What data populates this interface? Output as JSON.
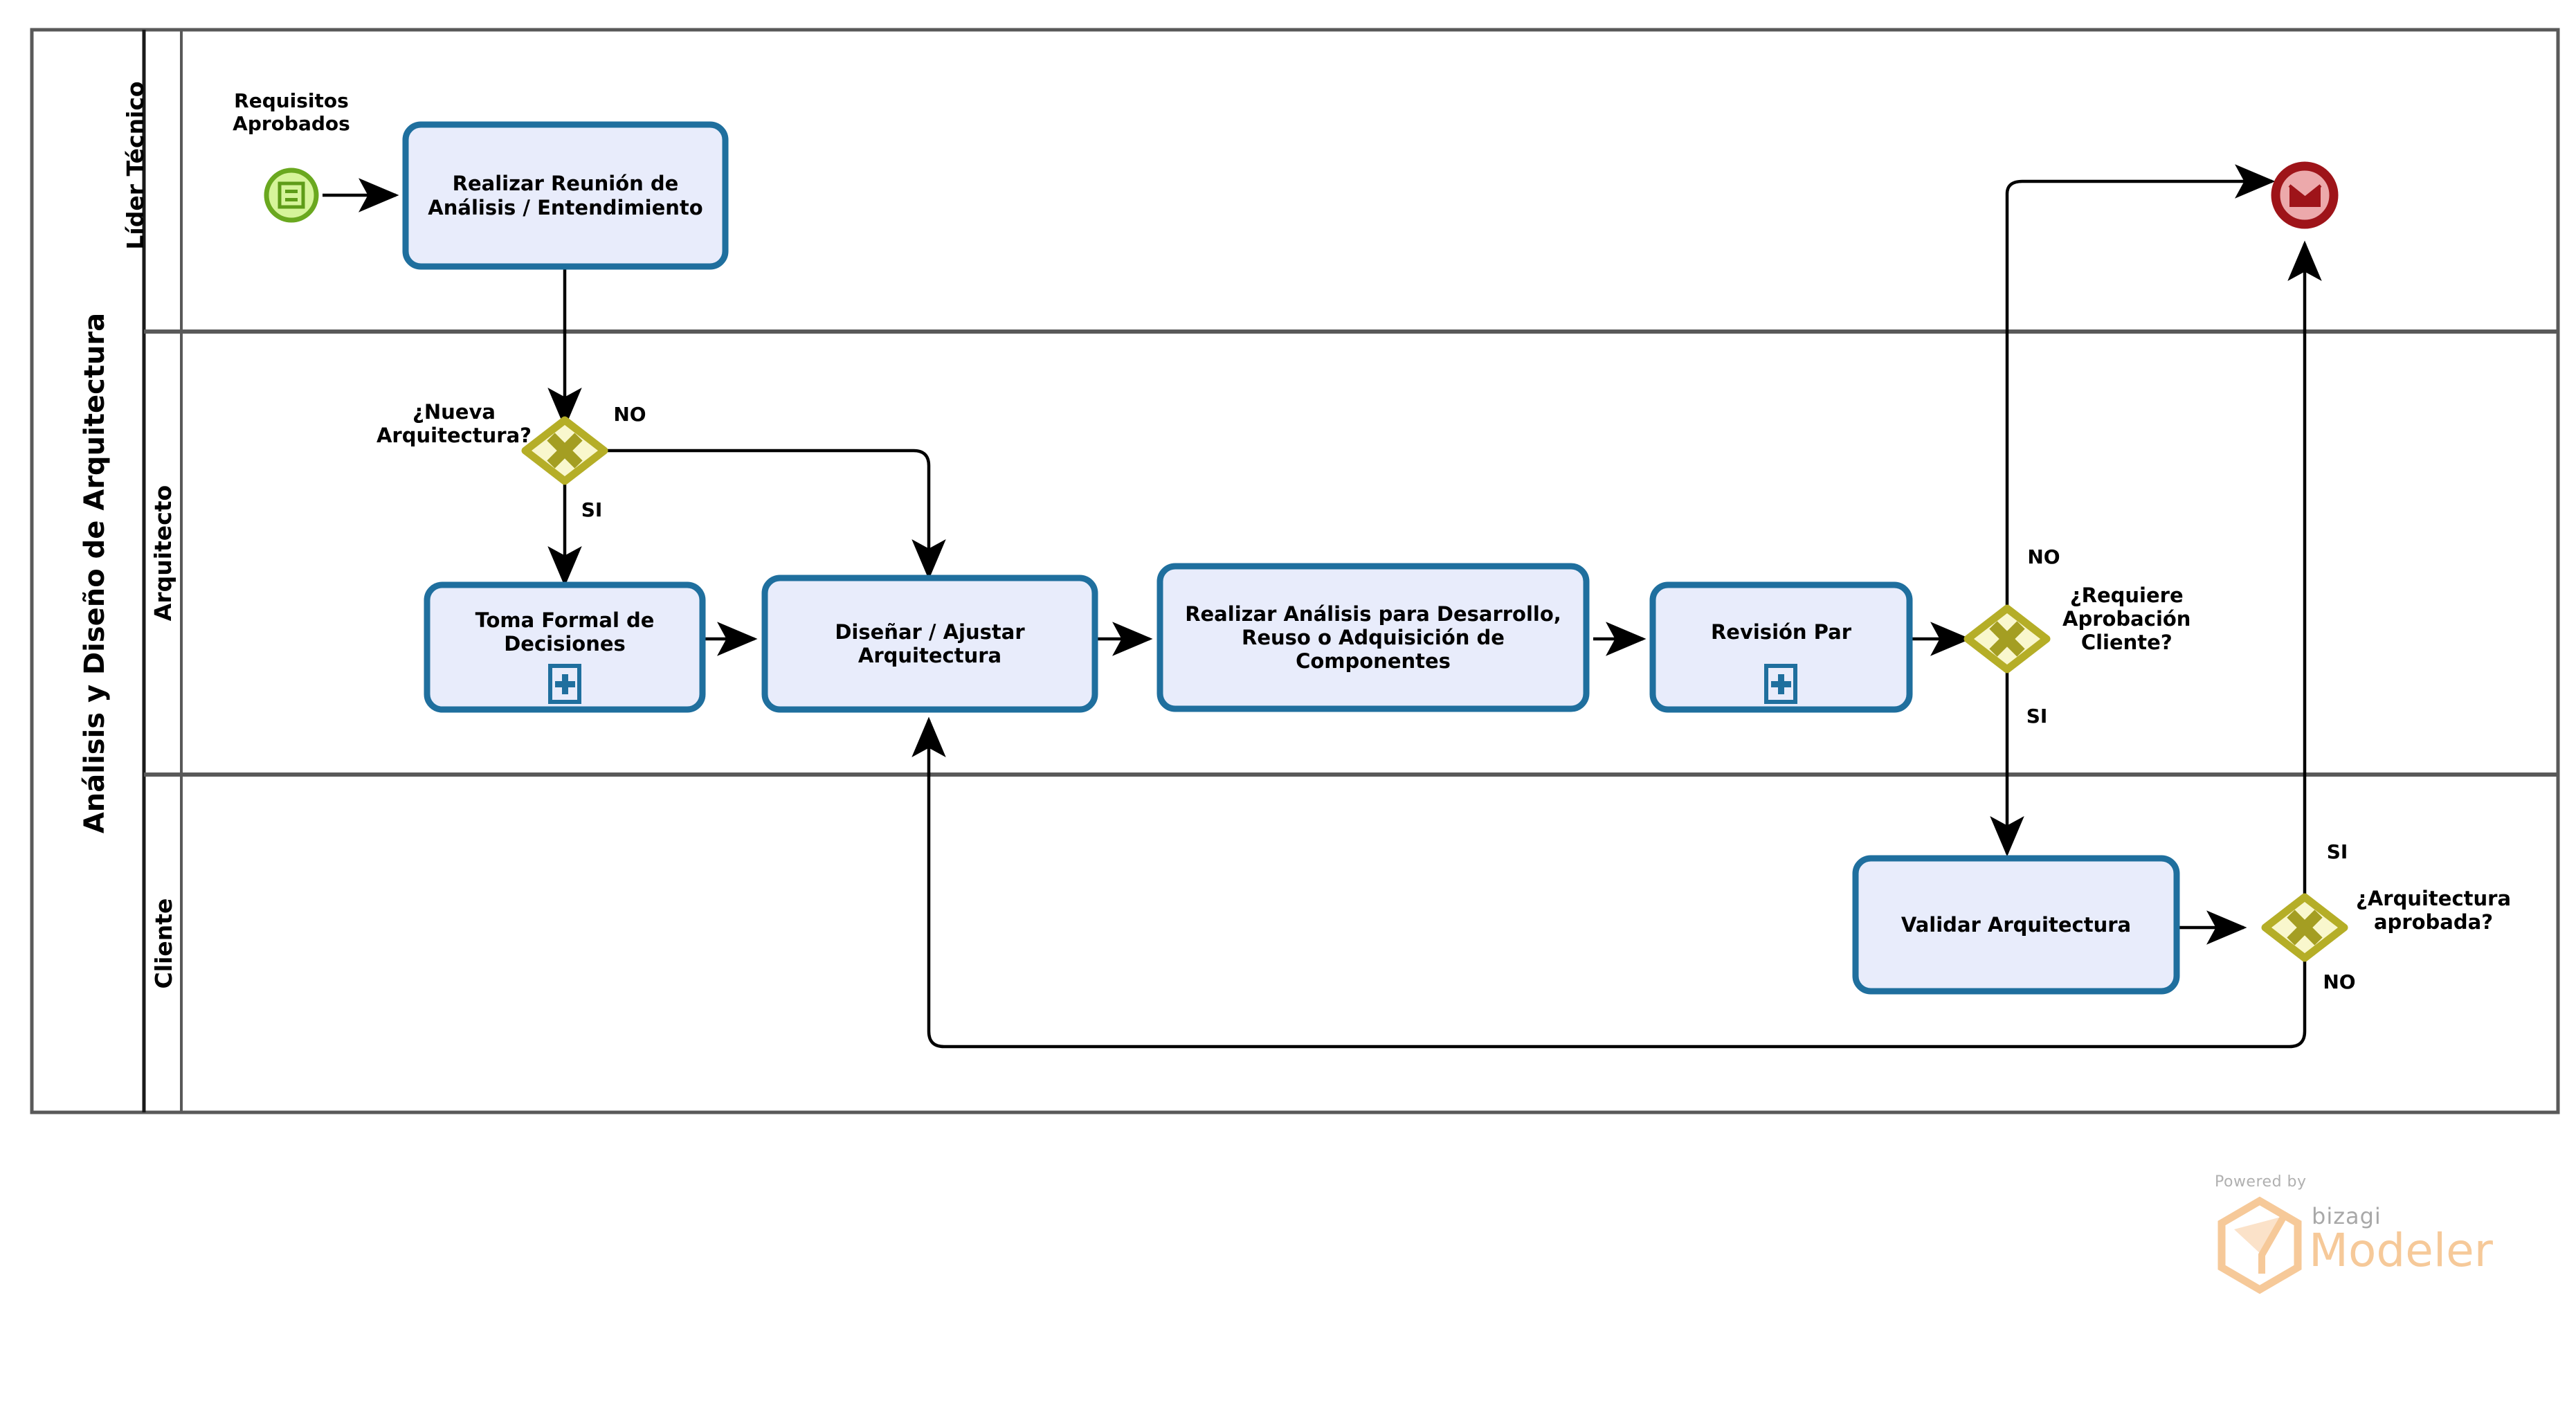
{
  "diagram": {
    "type": "bpmn-pool-lanes",
    "pool_title": "Análisis y Diseño de Arquitectura",
    "lanes": [
      {
        "id": "lider",
        "label": "Líder Técnico"
      },
      {
        "id": "arquitecto",
        "label": "Arquitecto"
      },
      {
        "id": "cliente",
        "label": "Cliente"
      }
    ],
    "colors": {
      "task_border": "#1f6f9e",
      "task_fill": "#e8ecfb",
      "gateway_border": "#b5ae27",
      "gateway_fill": "#f9f7cd",
      "gateway_mark": "#a49e22",
      "start_border": "#6aa81f",
      "start_fill": "#d6f49a",
      "end_border": "#9e1419",
      "end_fill": "#eca9ab",
      "flow": "#000000",
      "lane_border": "#595959",
      "watermark_orange": "#f6c999"
    },
    "events": [
      {
        "id": "start-requisitos",
        "kind": "start-event",
        "icon": "rule-document-icon",
        "label": "Requisitos\nAprobados",
        "lane": "lider"
      },
      {
        "id": "end-message",
        "kind": "end-event",
        "icon": "envelope-icon",
        "label": "",
        "lane": "lider"
      }
    ],
    "tasks": [
      {
        "id": "task-reunion",
        "label": "Realizar Reunión de\nAnálisis / Entendimiento",
        "lane": "lider",
        "marker": null
      },
      {
        "id": "task-toma-decisiones",
        "label": "Toma Formal de\nDecisiones",
        "lane": "arquitecto",
        "marker": "subprocess-plus"
      },
      {
        "id": "task-disenar",
        "label": "Diseñar / Ajustar\nArquitectura",
        "lane": "arquitecto",
        "marker": null
      },
      {
        "id": "task-analisis-componentes",
        "label": "Realizar Análisis para Desarrollo,\nReuso o Adquisición de\nComponentes",
        "lane": "arquitecto",
        "marker": null
      },
      {
        "id": "task-revision-par",
        "label": "Revisión Par",
        "lane": "arquitecto",
        "marker": "subprocess-plus"
      },
      {
        "id": "task-validar",
        "label": "Validar Arquitectura",
        "lane": "cliente",
        "marker": null
      }
    ],
    "gateways": [
      {
        "id": "gw-nueva-arquitectura",
        "kind": "exclusive",
        "label": "¿Nueva\nArquitectura?",
        "lane": "arquitecto",
        "outputs": [
          "NO",
          "SI"
        ]
      },
      {
        "id": "gw-requiere-aprobacion",
        "kind": "exclusive",
        "label": "¿Requiere\nAprobación\nCliente?",
        "lane": "arquitecto",
        "outputs": [
          "NO",
          "SI"
        ]
      },
      {
        "id": "gw-arquitectura-aprobada",
        "kind": "exclusive",
        "label": "¿Arquitectura\naprobada?",
        "lane": "cliente",
        "outputs": [
          "SI",
          "NO"
        ]
      }
    ],
    "flow_labels": {
      "gw1_no": "NO",
      "gw1_si": "SI",
      "gw2_no": "NO",
      "gw2_si": "SI",
      "gw3_si": "SI",
      "gw3_no": "NO"
    }
  },
  "watermark": {
    "powered_by": "Powered by",
    "brand": "bizagi",
    "product": "Modeler"
  }
}
